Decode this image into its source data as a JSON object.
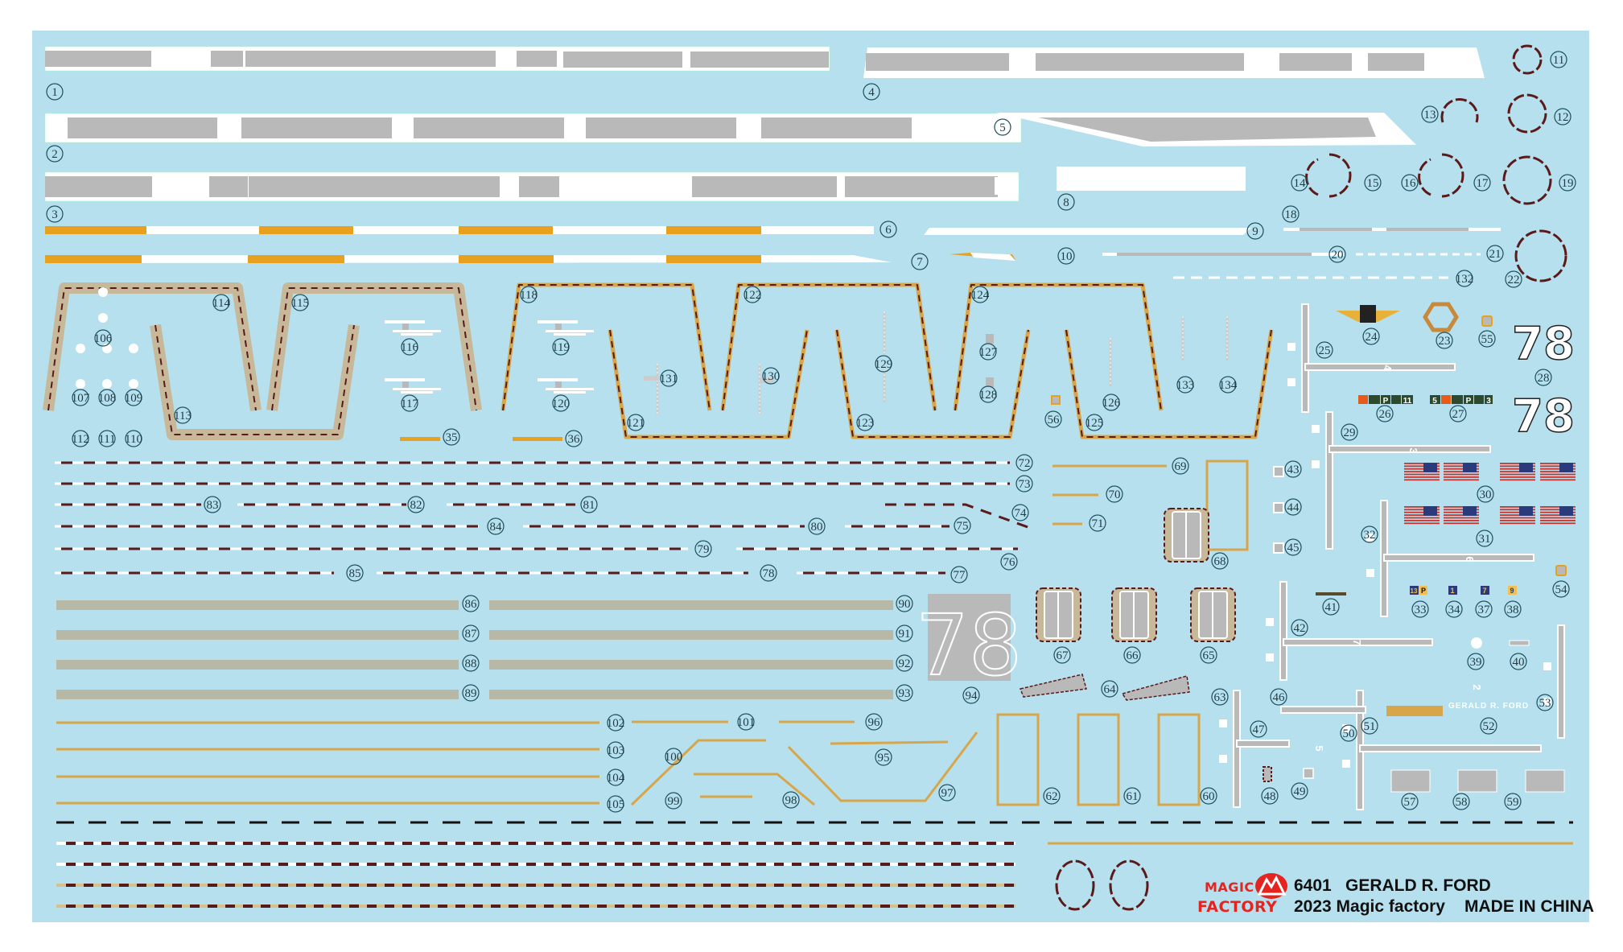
{
  "sheet": {
    "title": "Decal sheet",
    "colors": {
      "background": "#b6e0ee",
      "white": "#ffffff",
      "grey": "#b9b9b9",
      "khaki": "#b8b8a6",
      "orange": "#e8a11f",
      "tan": "#d8a64a",
      "maroon": "#5a1a1a",
      "black": "#111111",
      "logo_red": "#e52420",
      "flag_red": "#c8352f",
      "flag_blue": "#2a3a7a",
      "label_ink": "#1d3b45"
    }
  },
  "labels": {
    "n1": "1",
    "n2": "2",
    "n3": "3",
    "n4": "4",
    "n5": "5",
    "n6": "6",
    "n7": "7",
    "n8": "8",
    "n9": "9",
    "n10": "10",
    "n11": "11",
    "n12": "12",
    "n13": "13",
    "n14": "14",
    "n15": "15",
    "n16": "16",
    "n17": "17",
    "n18": "18",
    "n19": "19",
    "n20": "20",
    "n21": "21",
    "n22": "22",
    "n23": "23",
    "n24": "24",
    "n25": "25",
    "n26": "26",
    "n27": "27",
    "n28": "28",
    "n29": "29",
    "n30": "30",
    "n31": "31",
    "n32": "32",
    "n33": "33",
    "n34": "34",
    "n35": "35",
    "n36": "36",
    "n37": "37",
    "n38": "38",
    "n39": "39",
    "n40": "40",
    "n41": "41",
    "n42": "42",
    "n43": "43",
    "n44": "44",
    "n45": "45",
    "n46": "46",
    "n47": "47",
    "n48": "48",
    "n49": "49",
    "n50": "50",
    "n51": "51",
    "n52": "52",
    "n53": "53",
    "n54": "54",
    "n55": "55",
    "n56": "56",
    "n57": "57",
    "n58": "58",
    "n59": "59",
    "n60": "60",
    "n61": "61",
    "n62": "62",
    "n63": "63",
    "n64": "64",
    "n65": "65",
    "n66": "66",
    "n67": "67",
    "n68": "68",
    "n69": "69",
    "n70": "70",
    "n71": "71",
    "n72": "72",
    "n73": "73",
    "n74": "74",
    "n75": "75",
    "n76": "76",
    "n77": "77",
    "n78": "78",
    "n79": "79",
    "n80": "80",
    "n81": "81",
    "n82": "82",
    "n83": "83",
    "n84": "84",
    "n85": "85",
    "n86": "86",
    "n87": "87",
    "n88": "88",
    "n89": "89",
    "n90": "90",
    "n91": "91",
    "n92": "92",
    "n93": "93",
    "n94": "94",
    "n95": "95",
    "n96": "96",
    "n97": "97",
    "n98": "98",
    "n99": "99",
    "n100": "100",
    "n101": "101",
    "n102": "102",
    "n103": "103",
    "n104": "104",
    "n105": "105",
    "n106": "106",
    "n107": "107",
    "n108": "108",
    "n109": "109",
    "n110": "110",
    "n111": "111",
    "n112": "112",
    "n113": "113",
    "n114": "114",
    "n115": "115",
    "n116": "116",
    "n117": "117",
    "n118": "118",
    "n119": "119",
    "n120": "120",
    "n121": "121",
    "n122": "122",
    "n123": "123",
    "n124": "124",
    "n125": "125",
    "n126": "126",
    "n127": "127",
    "n128": "128",
    "n129": "129",
    "n130": "130",
    "n131": "131",
    "n132": "132",
    "n133": "133",
    "n134": "134"
  },
  "decal_text": {
    "hull_number": "78",
    "hull_number_outline": "78",
    "ship_name_small": "GERALD R. FORD",
    "deck_number_4": "4",
    "deck_number_3": "3",
    "deck_number_6": "6",
    "deck_number_7": "7",
    "deck_number_2": "2",
    "deck_number_5": "5",
    "stripe26": [
      "P",
      "11"
    ],
    "stripe27": [
      "5",
      "P",
      "3"
    ],
    "tag33": [
      "13",
      "P"
    ],
    "tag34": "1",
    "tag37": "7",
    "tag38": "9"
  },
  "footer": {
    "logo_top": "MAGIC",
    "logo_bottom": "FACTORY",
    "kit_number": "6401",
    "kit_name": "GERALD R. FORD",
    "copyright": "2023 Magic factory",
    "origin": "MADE IN CHINA"
  }
}
